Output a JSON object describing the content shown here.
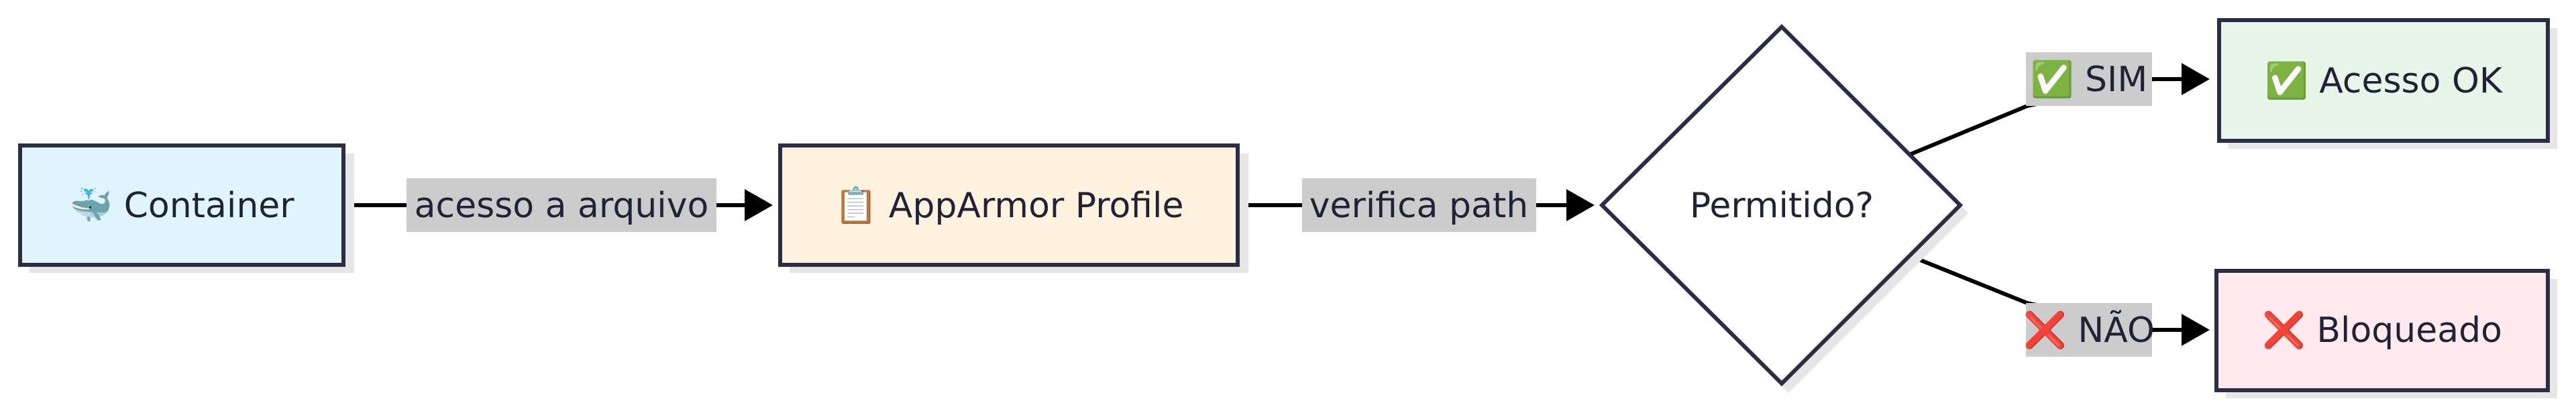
{
  "diagram": {
    "type": "flowchart",
    "direction": "left-to-right",
    "nodes": {
      "container": {
        "label": "🐳 Container",
        "shape": "rectangle",
        "fill": "#e1f5fe"
      },
      "profile": {
        "label": "📋 AppArmor Profile",
        "shape": "rectangle",
        "fill": "#fff3e0"
      },
      "decision": {
        "label": "Permitido?",
        "shape": "diamond",
        "fill": "#ffffff"
      },
      "allowed": {
        "label": "✅ Acesso OK",
        "shape": "rectangle",
        "fill": "#e8f5e9"
      },
      "blocked": {
        "label": "❌ Bloqueado",
        "shape": "rectangle",
        "fill": "#ffebee"
      }
    },
    "edges": {
      "container_to_profile": {
        "from": "container",
        "to": "profile",
        "label": "acesso a arquivo"
      },
      "profile_to_decision": {
        "from": "profile",
        "to": "decision",
        "label": "verifica path"
      },
      "decision_to_allowed": {
        "from": "decision",
        "to": "allowed",
        "label": "✅ SIM"
      },
      "decision_to_blocked": {
        "from": "decision",
        "to": "blocked",
        "label": "❌ NÃO"
      }
    },
    "colors": {
      "stroke": "#2a2d43",
      "arrow": "#000000",
      "edge_label_bg": "#cccccc",
      "shadow": "#e6e6e6"
    }
  }
}
